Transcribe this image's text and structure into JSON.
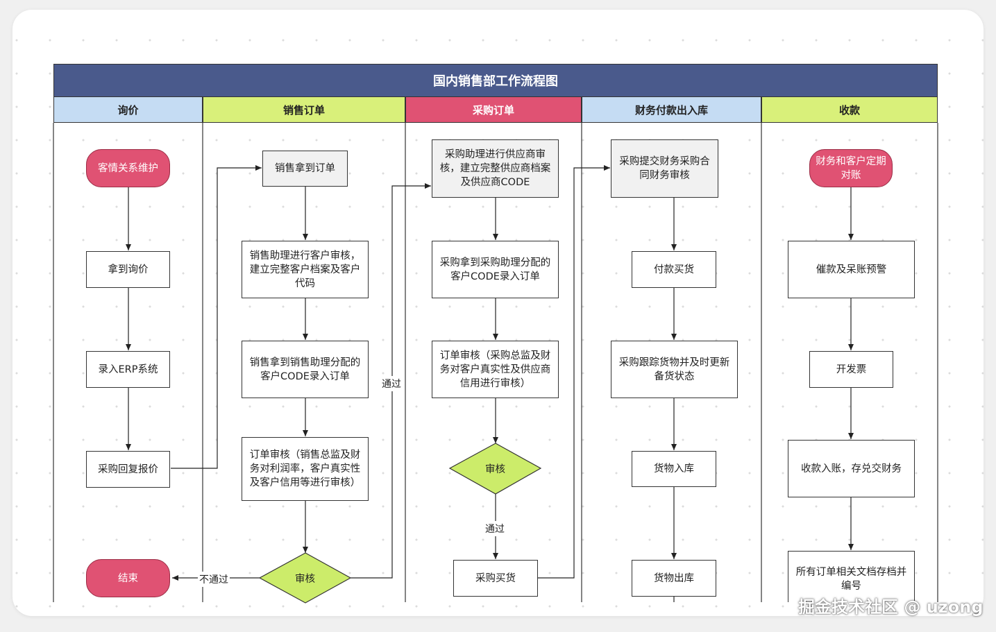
{
  "title": "国内销售部工作流程图",
  "lanes": [
    {
      "label": "询价",
      "color": "#c5dcf3"
    },
    {
      "label": "销售订单",
      "color": "#d9f07a"
    },
    {
      "label": "采购订单",
      "color": "#e05273"
    },
    {
      "label": "财务付款出入库",
      "color": "#c5dcf3"
    },
    {
      "label": "收款",
      "color": "#d9f07a"
    }
  ],
  "nodes": {
    "inquiry_start": "客情关系维护",
    "inquiry_get": "拿到询价",
    "inquiry_erp": "录入ERP系统",
    "inquiry_quote": "采购回复报价",
    "inquiry_end": "结束",
    "sales_get_order": "销售拿到订单",
    "sales_assistant": "销售助理进行客户审核，建立完整客户档案及客户代码",
    "sales_enter_code": "销售拿到销售助理分配的客户CODE录入订单",
    "sales_review": "订单审核（销售总监及财务对利润率，客户真实性及客户信用等进行审核）",
    "sales_decision": "审核",
    "purchase_assistant": "采购助理进行供应商审核，建立完整供应商档案及供应商CODE",
    "purchase_enter_code": "采购拿到采购助理分配的客户CODE录入订单",
    "purchase_review": "订单审核（采购总监及财务对客户真实性及供应商信用进行审核）",
    "purchase_decision": "审核",
    "purchase_buy": "采购买货",
    "finance_contract": "采购提交财务采购合同财务审核",
    "finance_pay": "付款买货",
    "finance_track": "采购跟踪货物并及时更新备货状态",
    "finance_in": "货物入库",
    "finance_out": "货物出库",
    "collect_start": "财务和客户定期对账",
    "collect_warn": "催款及呆账预警",
    "collect_invoice": "开发票",
    "collect_record": "收款入账，存兑交财务",
    "collect_archive": "所有订单相关文档存档并编号"
  },
  "edge_labels": {
    "not_pass": "不通过",
    "pass_sales": "通过",
    "pass_purchase": "通过"
  },
  "watermark": "掘金技术社区 @ uzong"
}
